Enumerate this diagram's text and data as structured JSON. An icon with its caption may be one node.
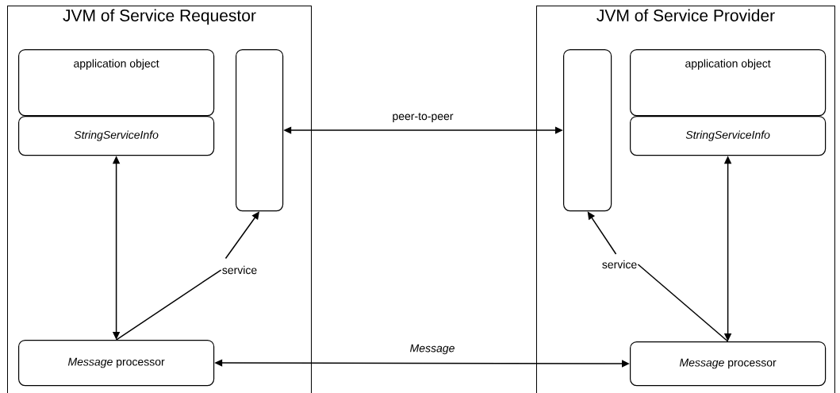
{
  "diagram": {
    "nodes": [
      {
        "text": [
          "JVM of Service Requestor"
        ]
      },
      {
        "text": [
          "application object"
        ],
        "in": 0
      },
      {
        "text": [
          "StringServiceInfo"
        ],
        "in": 0
      },
      {
        "text": [],
        "shape": "box",
        "in": 0
      },
      {
        "text": [
          "service"
        ],
        "in": 0
      },
      {
        "text": [
          "*Message* processor"
        ],
        "in": 0
      },
      {
        "text": [
          "JVM of Service Provider"
        ]
      },
      {
        "text": [],
        "shape": "box",
        "in": 6
      },
      {
        "text": [
          "application object"
        ],
        "in": 6
      },
      {
        "text": [
          "StringServiceInfo"
        ],
        "in": 6
      },
      {
        "text": [
          "service"
        ],
        "in": 6
      },
      {
        "text": [
          "*Message* processor"
        ],
        "in": 6
      }
    ],
    "edges": [
      {
        "from": 3,
        "to": 7,
        "arrow": "both",
        "label": "peer-to-peer"
      },
      {
        "from": 2,
        "to": 5,
        "arrow": "both"
      },
      {
        "from": 9,
        "to": 11,
        "arrow": "both"
      },
      {
        "from": 4,
        "to": 3,
        "arrow": "to"
      },
      {
        "from": 10,
        "to": 7,
        "arrow": "to"
      },
      {
        "from": 5,
        "to": 4,
        "arrow": "none"
      },
      {
        "from": 11,
        "to": 10,
        "arrow": "none"
      },
      {
        "from": 5,
        "to": 11,
        "arrow": "both",
        "label": "Message"
      }
    ]
  }
}
